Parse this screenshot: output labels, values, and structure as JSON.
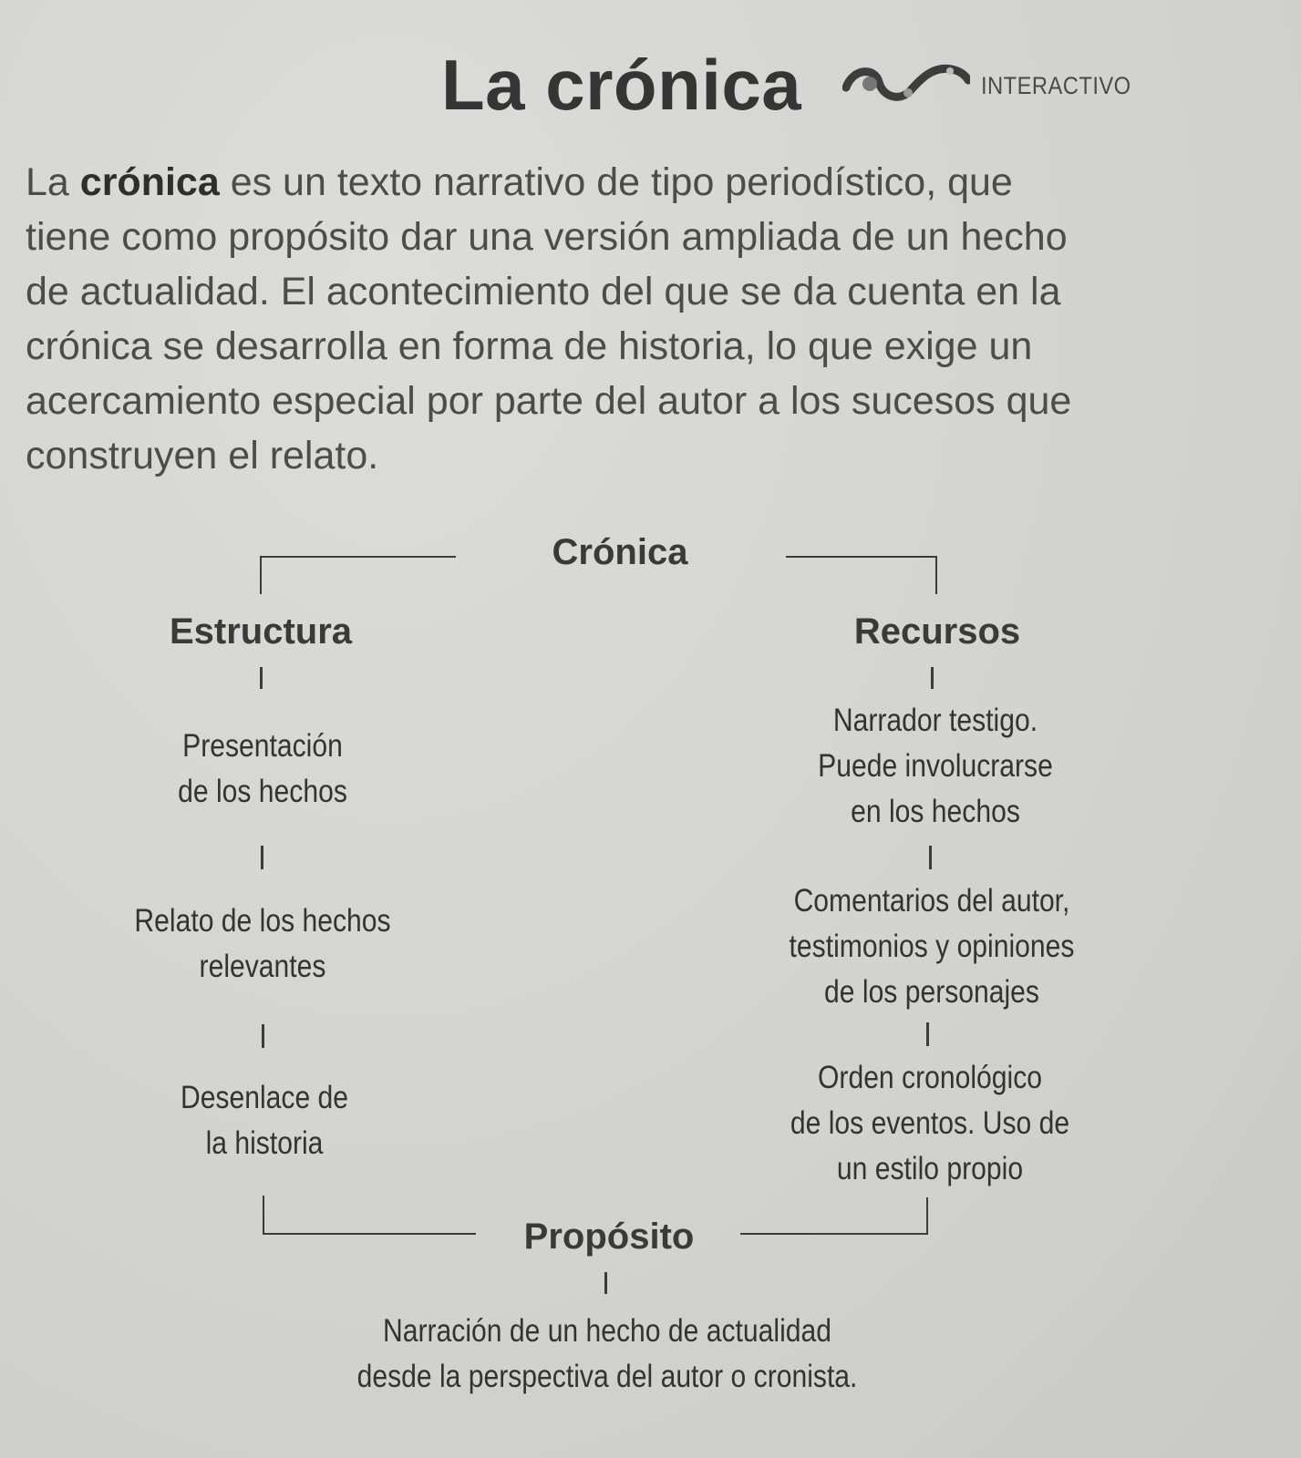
{
  "title": "La crónica",
  "badge": {
    "label": "INTERACTIVO",
    "icon": "interactive-wave-icon"
  },
  "intro": {
    "line1_pre": "La ",
    "line1_bold": "crónica",
    "line1_post": " es un texto narrativo de tipo periodístico, que",
    "line2": "tiene como propósito dar una versión ampliada de un hecho",
    "line3": "de actualidad. El acontecimiento del que se da cuenta en la",
    "line4": "crónica se desarrolla en forma de historia, lo que exige un",
    "line5": "acercamiento especial por parte del autor a los sucesos que",
    "line6": "construyen el relato."
  },
  "diagram": {
    "root": "Crónica",
    "left": {
      "heading": "Estructura",
      "items": [
        {
          "lines": [
            "Presentación",
            "de los hechos"
          ]
        },
        {
          "lines": [
            "Relato de los hechos",
            "relevantes"
          ]
        },
        {
          "lines": [
            "Desenlace de",
            "la historia"
          ]
        }
      ]
    },
    "right": {
      "heading": "Recursos",
      "items": [
        {
          "lines": [
            "Narrador testigo.",
            "Puede involucrarse",
            "en los hechos"
          ]
        },
        {
          "lines": [
            "Comentarios del autor,",
            "testimonios y opiniones",
            "de los personajes"
          ]
        },
        {
          "lines": [
            "Orden cronológico",
            "de los eventos. Uso de",
            "un estilo propio"
          ]
        }
      ]
    },
    "bottom": {
      "heading": "Propósito",
      "lines": [
        "Narración de un hecho de actualidad",
        "desde la perspectiva del autor o cronista."
      ]
    }
  }
}
